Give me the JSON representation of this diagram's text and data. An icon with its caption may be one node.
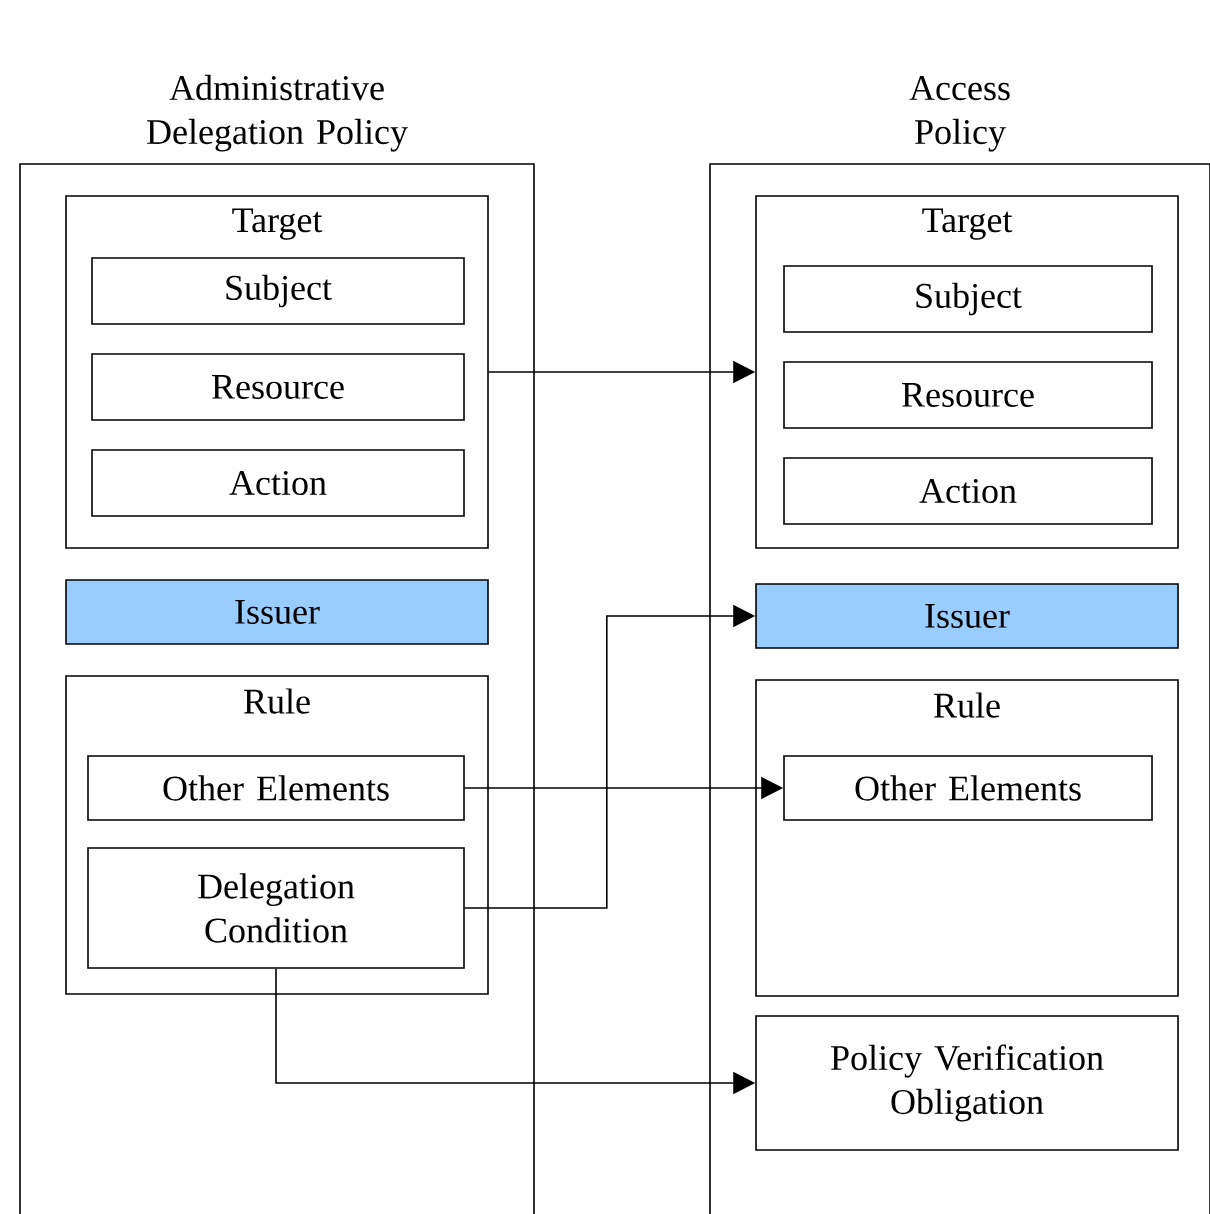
{
  "diagram": {
    "nodes": [
      {
        "text": [
          "Administrative Delegation Policy"
        ]
      },
      {
        "text": [
          "Target"
        ],
        "in": 0
      },
      {
        "text": [
          "Subject"
        ],
        "in": 1
      },
      {
        "text": [
          "Resource"
        ],
        "in": 1
      },
      {
        "text": [
          "Action"
        ],
        "in": 1
      },
      {
        "text": [
          "Issuer"
        ],
        "in": 0
      },
      {
        "text": [
          "Rule"
        ],
        "in": 0
      },
      {
        "text": [
          "Other Elements"
        ],
        "in": 6
      },
      {
        "text": [
          "Delegation Condition"
        ],
        "in": 6
      },
      {
        "text": [
          "Access Policy"
        ]
      },
      {
        "text": [
          "Target"
        ],
        "in": 9
      },
      {
        "text": [
          "Subject"
        ],
        "in": 10
      },
      {
        "text": [
          "Resource"
        ],
        "in": 10
      },
      {
        "text": [
          "Action"
        ],
        "in": 10
      },
      {
        "text": [
          "Issuer"
        ],
        "in": 9
      },
      {
        "text": [
          "Rule"
        ],
        "in": 9
      },
      {
        "text": [
          "Other Elements"
        ],
        "in": 15
      },
      {
        "text": [
          "Policy Verification Obligation"
        ],
        "in": 9
      }
    ],
    "edges": [
      {
        "from": 1,
        "to": 10,
        "arrow": "to"
      },
      {
        "from": 7,
        "to": 16,
        "arrow": "to"
      },
      {
        "from": 8,
        "to": 14,
        "arrow": "to"
      },
      {
        "from": 8,
        "to": 17,
        "arrow": "to"
      }
    ]
  }
}
